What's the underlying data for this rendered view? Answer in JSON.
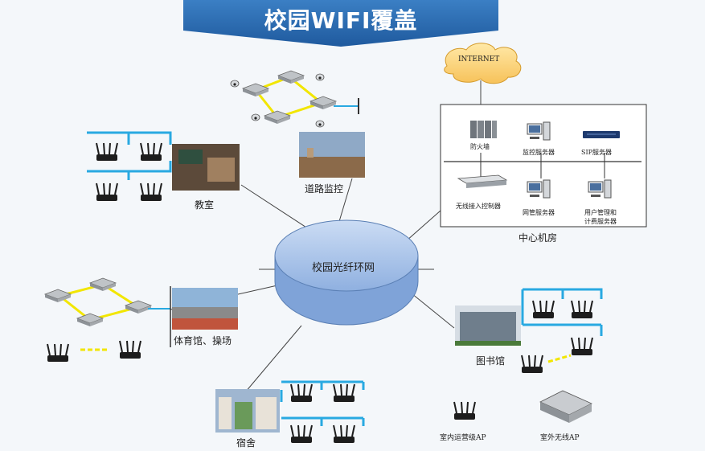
{
  "title": "校园WIFI覆盖",
  "hub": "校园光纤环网",
  "internet": "INTERNET",
  "nodes": {
    "road": "道路监控",
    "classroom": "教室",
    "stadium": "体育馆、操场",
    "dorm": "宿舍",
    "library": "图书馆",
    "datacenter": "中心机房"
  },
  "datacenter_devices": {
    "firewall": "防火墙",
    "monitor_server": "监控服务器",
    "sip_server": "SIP服务器",
    "wlc": "无线接入控制器",
    "nms_server": "网管服务器",
    "billing_line1": "用户管理和",
    "billing_line2": "计费服务器"
  },
  "legend": {
    "indoor_ap": "室内运营级AP",
    "outdoor_ap": "室外无线AP"
  },
  "colors": {
    "banner": "#2f6fb4",
    "hub_fill": "#a9c4ea",
    "cable": "#29a9e1",
    "link": "#f2e600"
  }
}
